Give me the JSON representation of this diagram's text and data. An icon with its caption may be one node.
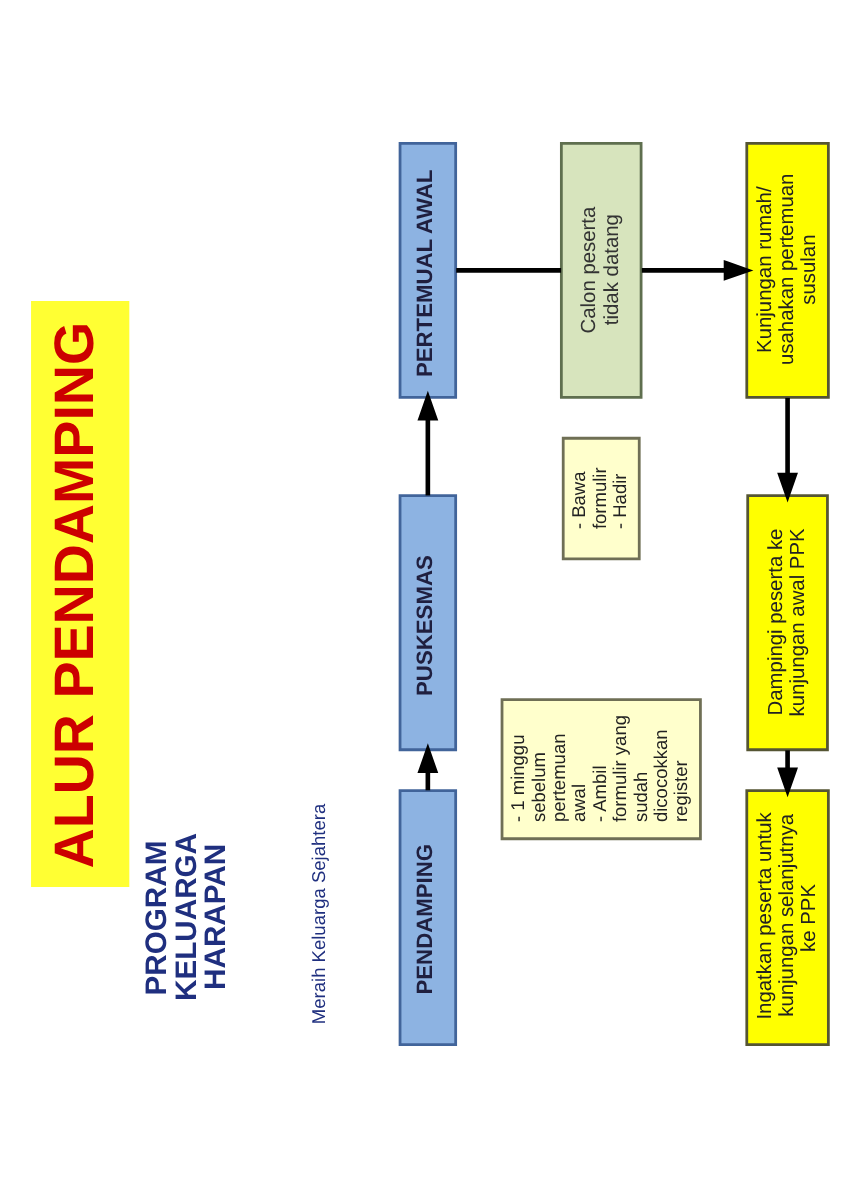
{
  "diagram": {
    "title": "ALUR PENDAMPING",
    "nodes": [
      {
        "text": [
          "PENDAMPING"
        ]
      },
      {
        "text": [
          "- 1 minggu sebelum pertemuan awal",
          "- Ambil formulir yang sudah dicocokkan register"
        ]
      },
      {
        "text": [
          "PUSKESMAS"
        ]
      },
      {
        "text": [
          "- Bawa formulir",
          "- Hadir"
        ]
      },
      {
        "text": [
          "PERTEMUAL AWAL"
        ]
      },
      {
        "text": [
          "Calon peserta tidak datang"
        ]
      },
      {
        "text": [
          "Kunjungan rumah/ usahakan pertemuan susulan"
        ]
      },
      {
        "text": [
          "Dampingi peserta ke kunjungan awal PPK"
        ]
      },
      {
        "text": [
          "Ingatkan peserta untuk kunjungan selanjutnya ke PPK"
        ]
      }
    ],
    "edges": [
      {
        "from": 0,
        "to": 2,
        "arrow": "to"
      },
      {
        "from": 2,
        "to": 4,
        "arrow": "to"
      },
      {
        "from": 4,
        "to": 5,
        "arrow": "none"
      },
      {
        "from": 5,
        "to": 6,
        "arrow": "to"
      },
      {
        "from": 6,
        "to": 7,
        "arrow": "to"
      },
      {
        "from": 7,
        "to": 8,
        "arrow": "to"
      }
    ],
    "labels": [
      "PROGRAM KELUARGA HARAPAN",
      "Meraih Keluarga Sejahtera"
    ]
  }
}
